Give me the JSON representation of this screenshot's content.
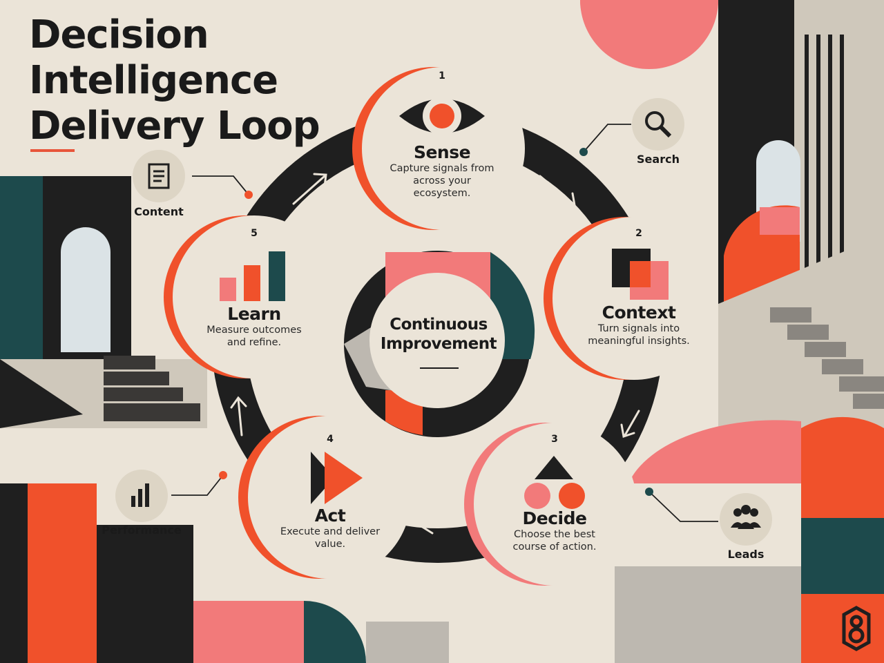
{
  "title": "Decision Intelligence Delivery Loop",
  "center": {
    "label": "Continuous Improvement"
  },
  "steps": [
    {
      "number": "1",
      "name": "Sense",
      "description": "Capture signals from across your ecosystem.",
      "icon": "eye-icon"
    },
    {
      "number": "2",
      "name": "Context",
      "description": "Turn signals into meaningful insights.",
      "icon": "overlapping-squares-icon"
    },
    {
      "number": "3",
      "name": "Decide",
      "description": "Choose the best course of action.",
      "icon": "shapes-icon"
    },
    {
      "number": "4",
      "name": "Act",
      "description": "Execute and deliver value.",
      "icon": "play-forward-icon"
    },
    {
      "number": "5",
      "name": "Learn",
      "description": "Measure outcomes and refine.",
      "icon": "bar-chart-icon"
    }
  ],
  "channels": [
    {
      "label": "Search",
      "icon": "search-icon"
    },
    {
      "label": "Content",
      "icon": "document-icon"
    },
    {
      "label": "Performance",
      "icon": "bar-chart-icon"
    },
    {
      "label": "Leads",
      "icon": "people-icon"
    }
  ],
  "colors": {
    "orange": "#f0512b",
    "pink": "#f27a7a",
    "teal": "#1d4a4c",
    "dark": "#1f1f1f",
    "cream": "#ebe4d8"
  }
}
